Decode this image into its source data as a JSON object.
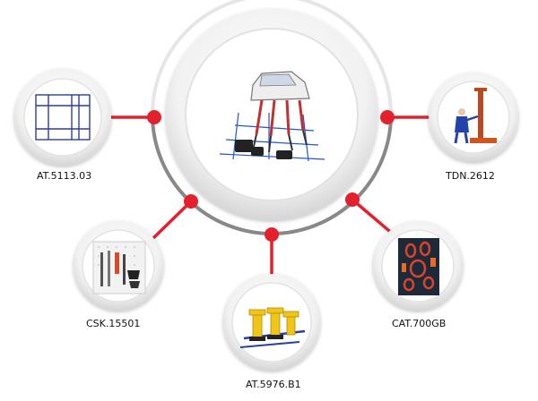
{
  "colors": {
    "accent": "#e3202c",
    "ring": "#888888",
    "node_fill": "#ffffff",
    "node_shadow": "#d8d8d8"
  },
  "center": {
    "icon": "car-on-bench-jig-icon"
  },
  "products": [
    {
      "code": "AT.5113.03",
      "icon": "grid-frame-icon"
    },
    {
      "code": "TDN.2612",
      "icon": "worker-with-tower-icon"
    },
    {
      "code": "CSK.15501",
      "icon": "tool-board-icon"
    },
    {
      "code": "AT.5976.B1",
      "icon": "yellow-supports-icon"
    },
    {
      "code": "CAT.700GB",
      "icon": "chain-clamps-icon"
    }
  ]
}
